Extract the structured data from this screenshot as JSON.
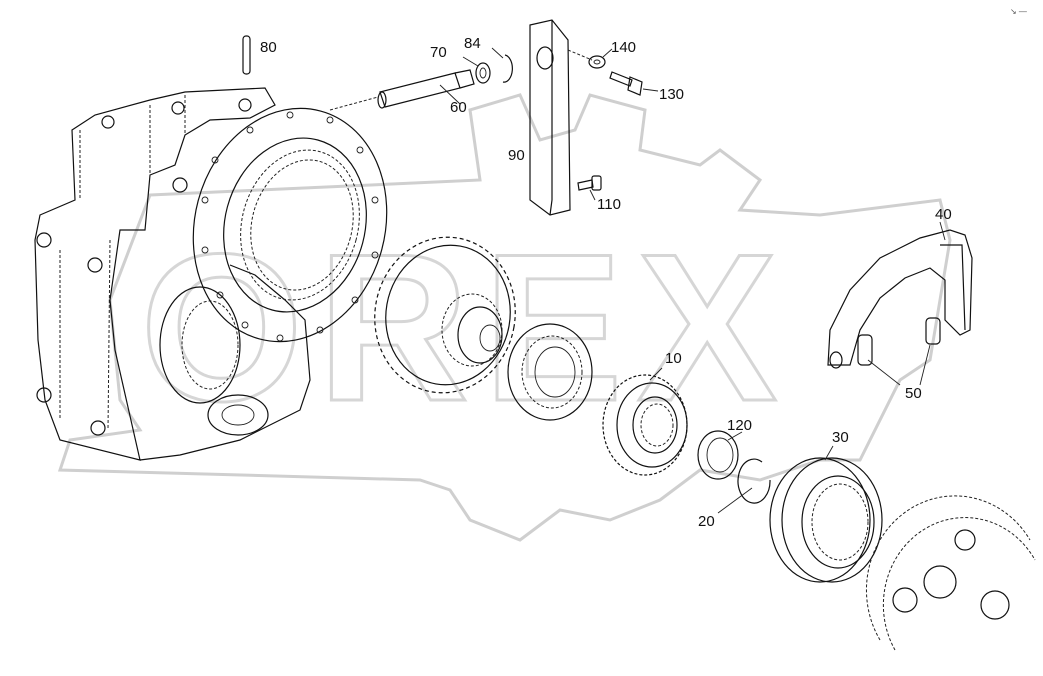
{
  "watermark": {
    "text": "OREX"
  },
  "corner_mark": "↘ —",
  "callouts": [
    {
      "id": "80",
      "label": "80"
    },
    {
      "id": "70",
      "label": "70"
    },
    {
      "id": "84",
      "label": "84"
    },
    {
      "id": "140",
      "label": "140"
    },
    {
      "id": "130",
      "label": "130"
    },
    {
      "id": "60",
      "label": "60"
    },
    {
      "id": "90",
      "label": "90"
    },
    {
      "id": "110",
      "label": "110"
    },
    {
      "id": "40",
      "label": "40"
    },
    {
      "id": "10",
      "label": "10"
    },
    {
      "id": "50",
      "label": "50"
    },
    {
      "id": "120",
      "label": "120"
    },
    {
      "id": "30",
      "label": "30"
    },
    {
      "id": "20",
      "label": "20"
    }
  ],
  "colors": {
    "line": "#111111",
    "watermark": "#d0d0d0",
    "background": "#ffffff"
  }
}
